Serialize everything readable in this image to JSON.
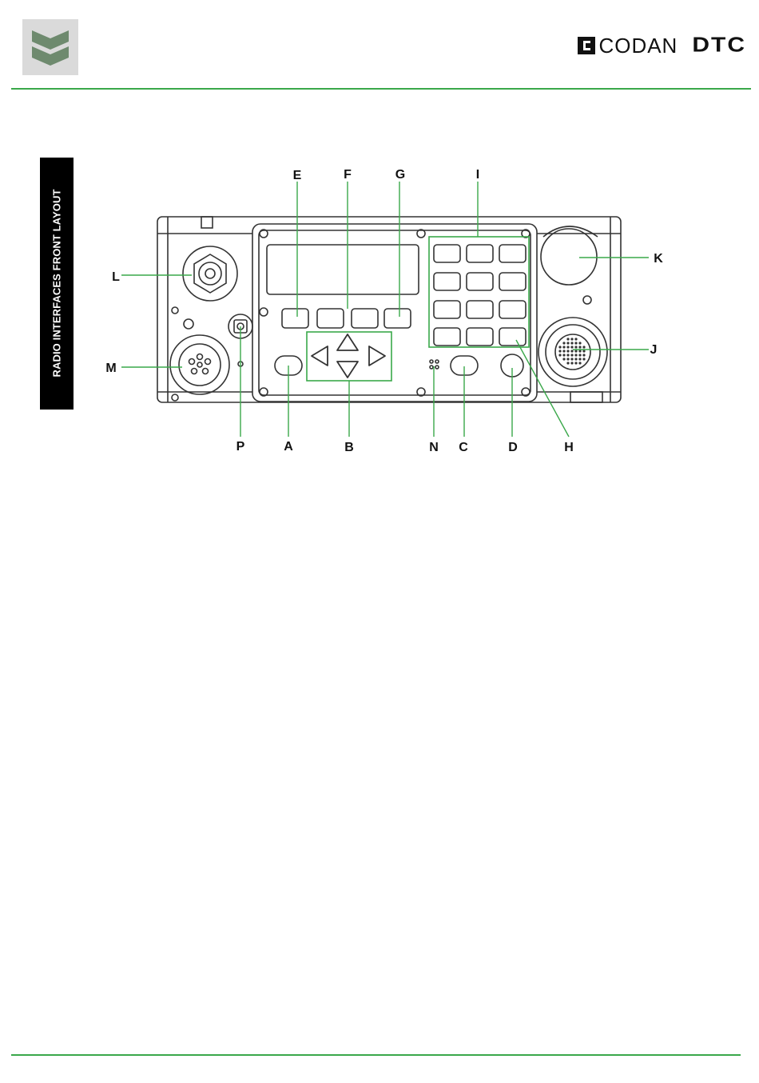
{
  "header": {
    "brand_codan": "CODAN",
    "brand_dtc": "DTC"
  },
  "side_tab": "RADIO INTERFACES FRONT LAYOUT",
  "callouts": {
    "A": "A",
    "B": "B",
    "C": "C",
    "D": "D",
    "E": "E",
    "F": "F",
    "G": "G",
    "H": "H",
    "I": "I",
    "J": "J",
    "K": "K",
    "L": "L",
    "M": "M",
    "N": "N",
    "P": "P"
  },
  "colors": {
    "accent_green": "#3aa84a",
    "logo_green": "#6e8a6e",
    "logo_bg": "#dadada",
    "outline": "#333333"
  }
}
